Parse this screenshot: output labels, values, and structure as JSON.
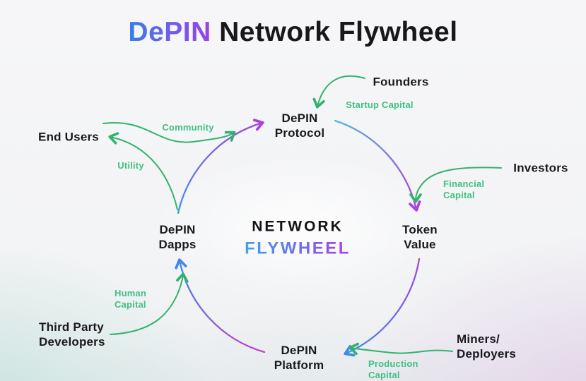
{
  "title": {
    "gradient_part": "DePIN",
    "plain_part": " Network Flywheel"
  },
  "center_label": {
    "top": "NETWORK",
    "bottom": "FLYWHEEL"
  },
  "flywheel_nodes": {
    "protocol": {
      "line1": "DePIN",
      "line2": "Protocol"
    },
    "token_value": {
      "line1": "Token",
      "line2": "Value"
    },
    "platform": {
      "line1": "DePIN",
      "line2": "Platform"
    },
    "dapps": {
      "line1": "DePIN",
      "line2": "Dapps"
    }
  },
  "actors": {
    "founders": {
      "label": "Founders"
    },
    "investors": {
      "label": "Investors"
    },
    "miners_deployers": {
      "line1": "Miners/",
      "line2": "Deployers"
    },
    "third_party_developers": {
      "line1": "Third Party",
      "line2": "Developers"
    },
    "end_users": {
      "label": "End Users"
    }
  },
  "flow_labels": {
    "startup_capital": "Startup Capital",
    "financial_capital": {
      "line1": "Financial",
      "line2": "Capital"
    },
    "production_capital": {
      "line1": "Production",
      "line2": "Capital"
    },
    "human_capital": {
      "line1": "Human",
      "line2": "Capital"
    },
    "community": "Community",
    "utility": "Utility"
  },
  "colors": {
    "green_line": "#33b26e",
    "green_text": "#41c083",
    "blue": "#3f8ce8",
    "cyan": "#4fb8d8",
    "purple": "#a93fe0",
    "magenta": "#c03fd0",
    "title_blue": "#3a7de9",
    "title_purple": "#9b40e8",
    "text_dark": "#1a1a1e"
  }
}
